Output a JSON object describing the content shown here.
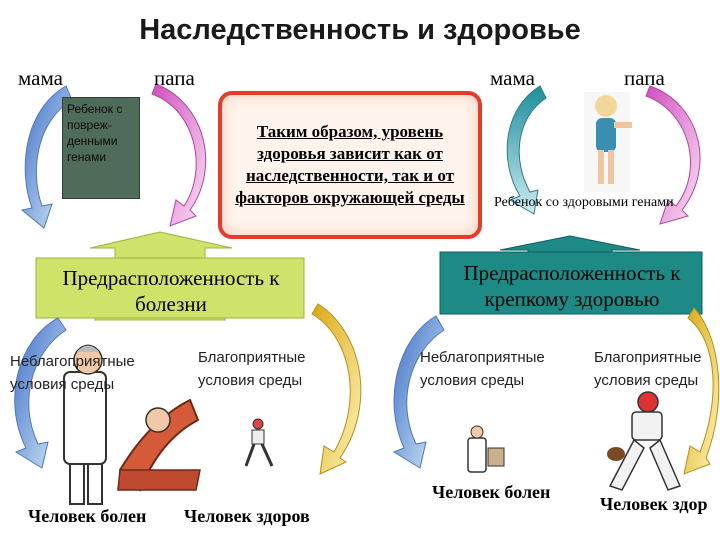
{
  "title": "Наследственность и здоровье",
  "left_parents": {
    "mother": "мама",
    "father": "папа"
  },
  "right_parents": {
    "mother": "мама",
    "father": "папа"
  },
  "damaged_child": "Ребенок с повреж-денными генами",
  "healthy_child": "Ребенок со здоровыми генами",
  "center_text": "Таким образом, уровень здоровья зависит как от наследственности, так и от факторов окружающей среды",
  "left_predisposition": "Предрасположенность к болезни",
  "right_predisposition": "Предрасположенность к крепкому здоровью",
  "left_conditions": {
    "unfavorable": "Неблагоприятные условия среды",
    "favorable": "Благоприятные условия среды"
  },
  "right_conditions": {
    "unfavorable": "Неблагоприятные условия среды",
    "favorable": "Благоприятные условия среды"
  },
  "outcomes": {
    "left_sick": "Человек болен",
    "left_healthy": "Человек здоров",
    "right_sick": "Человек болен",
    "right_healthy": "Человек здор"
  },
  "colors": {
    "green_arrow": "#cfe36a",
    "teal_arrow": "#1e8a86",
    "blue_arc": "#6a90dc",
    "magenta_arc": "#e46ad6",
    "yellow_arc": "#e8c23a",
    "red_border": "#e63a2a"
  }
}
